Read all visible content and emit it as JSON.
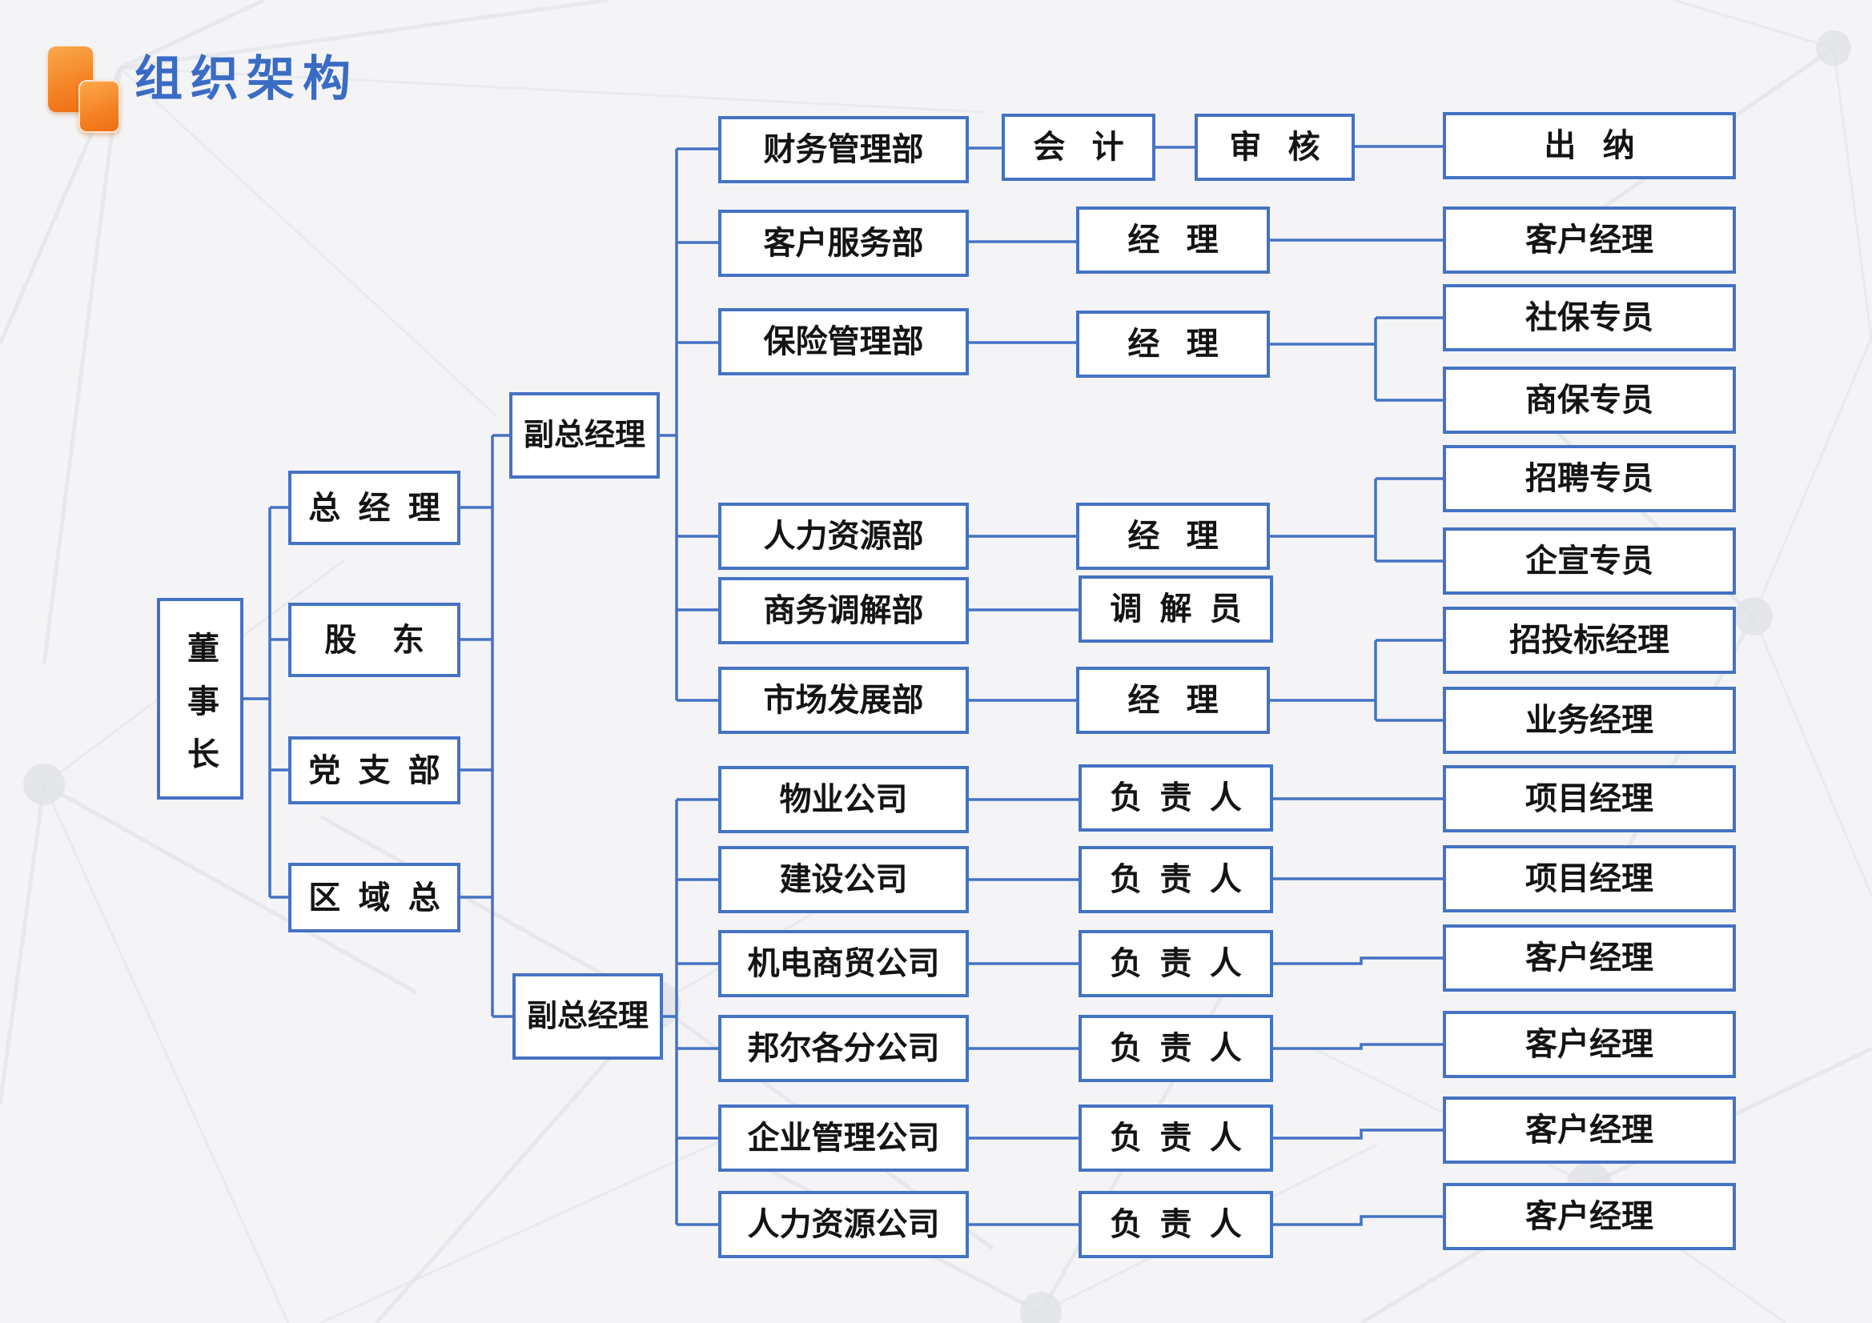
{
  "page": {
    "title": "组织架构",
    "title_color": "#3b6cc4",
    "background_color": "#f4f4f6",
    "box_border_color": "#4472c4",
    "connector_color": "#4472c4",
    "logo_icon": "orange-squares-logo-icon"
  },
  "nodes": {
    "chairman": {
      "label": "董事长"
    },
    "gm": {
      "label": "总  经  理"
    },
    "shareholder": {
      "label": "股    东"
    },
    "party": {
      "label": "党  支  部"
    },
    "regional": {
      "label": "区  域  总"
    },
    "vgm1": {
      "label": "副总经理"
    },
    "vgm2": {
      "label": "副总经理"
    },
    "finance": {
      "label": "财务管理部"
    },
    "cs_dept": {
      "label": "客户服务部"
    },
    "ins_dept": {
      "label": "保险管理部"
    },
    "hr_dept": {
      "label": "人力资源部"
    },
    "med_dept": {
      "label": "商务调解部"
    },
    "mkt_dept": {
      "label": "市场发展部"
    },
    "prop": {
      "label": "物业公司"
    },
    "constr": {
      "label": "建设公司"
    },
    "mech": {
      "label": "机电商贸公司"
    },
    "bangr": {
      "label": "邦尔各分公司"
    },
    "entm": {
      "label": "企业管理公司"
    },
    "hrco": {
      "label": "人力资源公司"
    },
    "acct": {
      "label": "会   计"
    },
    "audit": {
      "label": "审   核"
    },
    "mgr_cs": {
      "label": "经   理"
    },
    "mgr_ins": {
      "label": "经   理"
    },
    "mgr_hr": {
      "label": "经   理"
    },
    "mediator": {
      "label": "调  解  员"
    },
    "mgr_mkt": {
      "label": "经   理"
    },
    "head_prop": {
      "label": "负  责  人"
    },
    "head_constr": {
      "label": "负  责  人"
    },
    "head_mech": {
      "label": "负  责  人"
    },
    "head_bangr": {
      "label": "负  责  人"
    },
    "head_entm": {
      "label": "负  责  人"
    },
    "head_hrco": {
      "label": "负  责  人"
    },
    "cashier": {
      "label": "出   纳"
    },
    "cm_cs": {
      "label": "客户经理"
    },
    "social": {
      "label": "社保专员"
    },
    "comm": {
      "label": "商保专员"
    },
    "recruit": {
      "label": "招聘专员"
    },
    "pr": {
      "label": "企宣专员"
    },
    "bid": {
      "label": "招投标经理"
    },
    "biz": {
      "label": "业务经理"
    },
    "pm1": {
      "label": "项目经理"
    },
    "pm2": {
      "label": "项目经理"
    },
    "cm_mech": {
      "label": "客户经理"
    },
    "cm_bangr": {
      "label": "客户经理"
    },
    "cm_entm": {
      "label": "客户经理"
    },
    "cm_hrco": {
      "label": "客户经理"
    }
  },
  "hierarchy": {
    "root": "董事长",
    "children": [
      "总经理",
      "股东",
      "党支部",
      "区域总"
    ],
    "deputy_general_managers": [
      {
        "label": "副总经理",
        "departments": [
          {
            "dept": "财务管理部",
            "chain": [
              "会计",
              "审核",
              "出纳"
            ]
          },
          {
            "dept": "客户服务部",
            "chain": [
              "经理",
              "客户经理"
            ]
          },
          {
            "dept": "保险管理部",
            "chain": [
              "经理"
            ],
            "specialists": [
              "社保专员",
              "商保专员"
            ]
          },
          {
            "dept": "人力资源部",
            "chain": [
              "经理"
            ],
            "specialists": [
              "招聘专员",
              "企宣专员"
            ]
          },
          {
            "dept": "商务调解部",
            "chain": [
              "调解员"
            ]
          },
          {
            "dept": "市场发展部",
            "chain": [
              "经理"
            ],
            "specialists": [
              "招投标经理",
              "业务经理"
            ]
          }
        ]
      },
      {
        "label": "副总经理",
        "departments": [
          {
            "dept": "物业公司",
            "chain": [
              "负责人",
              "项目经理"
            ]
          },
          {
            "dept": "建设公司",
            "chain": [
              "负责人",
              "项目经理"
            ]
          },
          {
            "dept": "机电商贸公司",
            "chain": [
              "负责人",
              "客户经理"
            ]
          },
          {
            "dept": "邦尔各分公司",
            "chain": [
              "负责人",
              "客户经理"
            ]
          },
          {
            "dept": "企业管理公司",
            "chain": [
              "负责人",
              "客户经理"
            ]
          },
          {
            "dept": "人力资源公司",
            "chain": [
              "负责人",
              "客户经理"
            ]
          }
        ]
      }
    ]
  }
}
